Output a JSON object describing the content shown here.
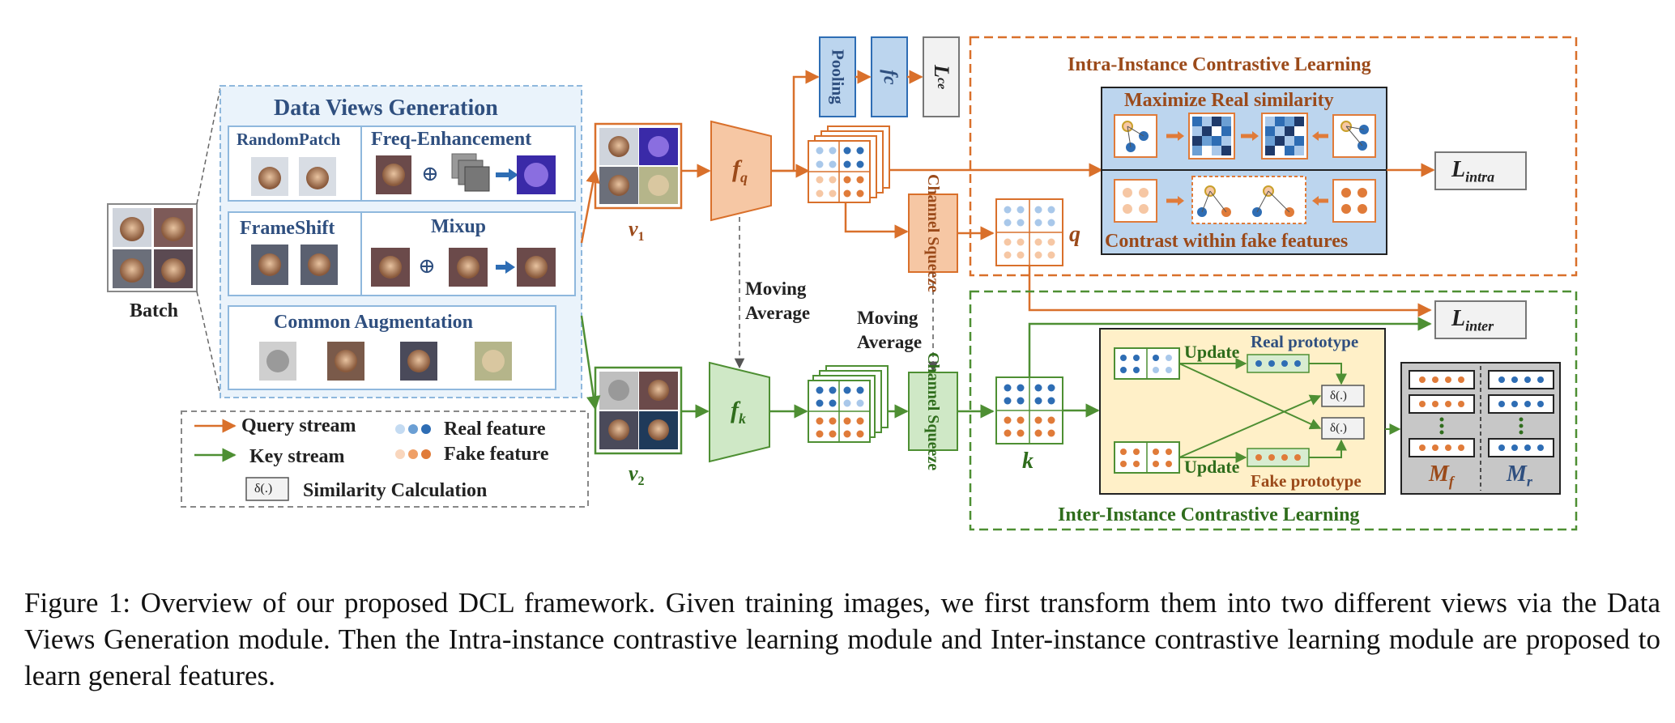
{
  "batch_label": "Batch",
  "data_views": {
    "title": "Data Views Generation",
    "random_patch": "RandomPatch",
    "freq_enhancement": "Freq-Enhancement",
    "frame_shift": "FrameShift",
    "mixup": "Mixup",
    "common_augmentation": "Common Augmentation",
    "plus_symbol": "⊕"
  },
  "views": {
    "v1": "v",
    "v1_sub": "1",
    "v2": "v",
    "v2_sub": "2"
  },
  "encoders": {
    "fq": "f",
    "fq_sub": "q",
    "fk": "f",
    "fk_sub": "k"
  },
  "moving_average": [
    "Moving",
    "Average"
  ],
  "pooling": "Pooling",
  "fc": "fc",
  "lce": "L",
  "lce_sub": "ce",
  "channel_squeeze": "Channel Squeeze",
  "q_label": "q",
  "k_label": "k",
  "intra": {
    "title": "Intra-Instance Contrastive Learning",
    "maximize": "Maximize Real similarity",
    "contrast": "Contrast within fake features",
    "loss": "L",
    "loss_sub": "intra"
  },
  "inter": {
    "title": "Inter-Instance Contrastive Learning",
    "update": "Update",
    "real_prototype": "Real prototype",
    "fake_prototype": "Fake prototype",
    "delta": "δ(.)",
    "loss": "L",
    "loss_sub": "inter",
    "mf": "M",
    "mf_sub": "f",
    "mr": "M",
    "mr_sub": "r"
  },
  "legend": {
    "query_stream": "Query stream",
    "key_stream": "Key stream",
    "real_feature": "Real feature",
    "fake_feature": "Fake feature",
    "similarity": "Similarity Calculation",
    "delta": "δ(.)"
  },
  "colors": {
    "query": "#d9702b",
    "key": "#4e8f33",
    "real_dark": "#2e6db4",
    "real_light": "#a9c8ea",
    "fake_dark": "#e07b39",
    "fake_light": "#f6c7a4",
    "intra_bg": "#bcd5ee",
    "inter_bg": "#fff0c8"
  },
  "caption": "Figure 1: Overview of our proposed DCL framework. Given training images, we first transform them into two different views via the Data Views Generation module. Then the Intra-instance contrastive learning module and Inter-instance contrastive learning module are proposed to learn general features."
}
